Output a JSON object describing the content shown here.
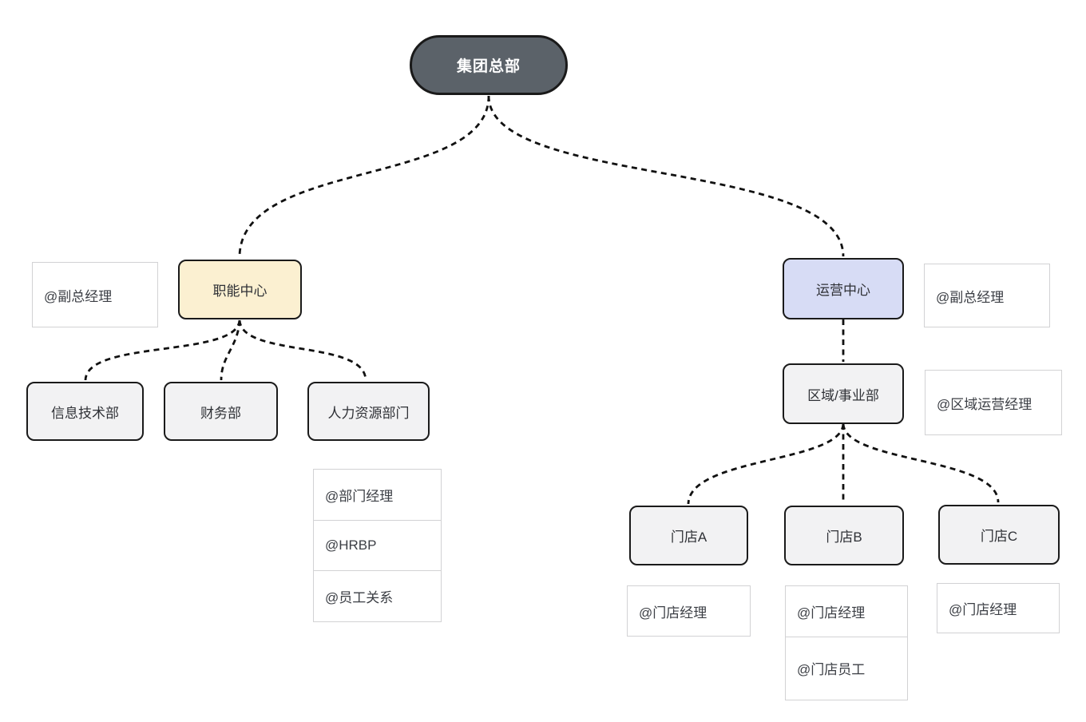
{
  "diagram": {
    "root": {
      "label": "集团总部"
    },
    "functional_center": {
      "label": "职能中心",
      "role": "@副总经理"
    },
    "departments": [
      {
        "label": "信息技术部"
      },
      {
        "label": "财务部"
      },
      {
        "label": "人力资源部门"
      }
    ],
    "hr_roles": [
      "@部门经理",
      "@HRBP",
      "@员工关系"
    ],
    "operations_center": {
      "label": "运营中心",
      "role": "@副总经理"
    },
    "region": {
      "label": "区域/事业部",
      "role": "@区域运营经理"
    },
    "stores": [
      {
        "label": "门店A",
        "roles": [
          "@门店经理"
        ]
      },
      {
        "label": "门店B",
        "roles": [
          "@门店经理",
          "@门店员工"
        ]
      },
      {
        "label": "门店C",
        "roles": [
          "@门店经理"
        ]
      }
    ],
    "colors": {
      "root_fill": "#5b6269",
      "functional_fill": "#fbf0d1",
      "operations_fill": "#d7dcf5",
      "department_fill": "#f2f2f3",
      "node_border": "#1a1a1a",
      "role_border": "#d2d2d4",
      "connector": "#111111"
    }
  }
}
